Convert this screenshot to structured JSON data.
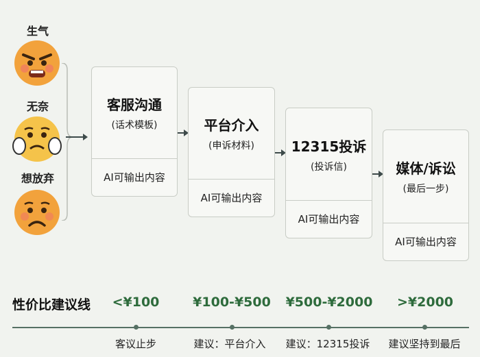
{
  "emotions": [
    {
      "label": "生气",
      "icon": "angry-face-icon"
    },
    {
      "label": "无奈",
      "icon": "helpless-face-icon"
    },
    {
      "label": "想放弃",
      "icon": "sad-face-icon"
    }
  ],
  "steps": [
    {
      "title": "客服沟通",
      "subtitle": "(话术模板)",
      "ai_note": "AI可输出内容"
    },
    {
      "title": "平台介入",
      "subtitle": "(申诉材料)",
      "ai_note": "AI可输出内容"
    },
    {
      "title": "12315投诉",
      "subtitle": "(投诉信)",
      "ai_note": "AI可输出内容"
    },
    {
      "title": "媒体/诉讼",
      "subtitle": "(最后一步)",
      "ai_note": "AI可输出内容"
    }
  ],
  "value_line": {
    "title": "性价比建议线",
    "ranges": [
      "<¥100",
      "¥100-¥500",
      "¥500-¥2000",
      ">¥2000"
    ],
    "suggestions": [
      "客议止步",
      "建议：平台介入",
      "建议：12315投诉",
      "建议坚持到最后"
    ]
  },
  "colors": {
    "face_orange": "#f2a23c",
    "price_green": "#2e6b3c",
    "axis": "#567064"
  }
}
